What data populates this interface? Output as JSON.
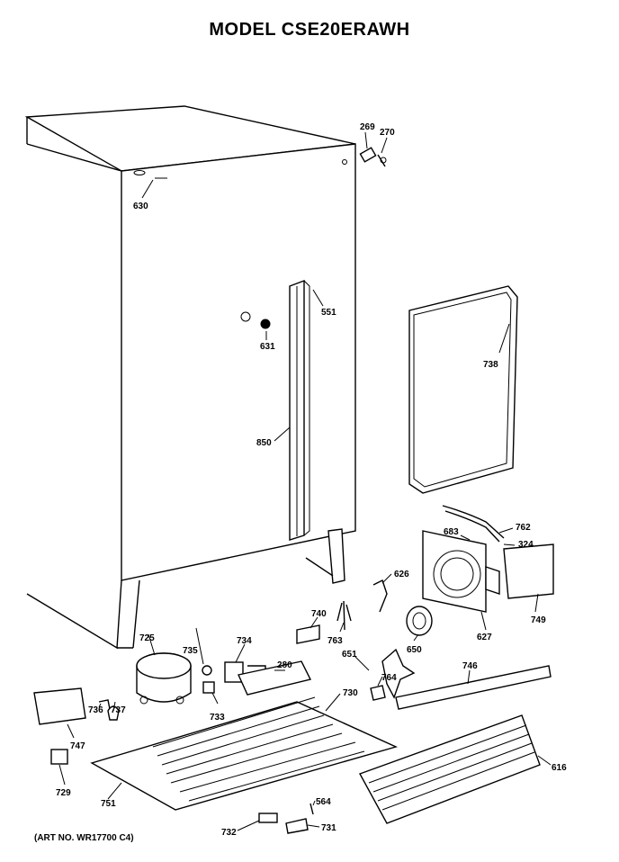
{
  "title": "MODEL CSE20ERAWH",
  "art_number": "(ART NO. WR17700 C4)",
  "labels": {
    "l269": "269",
    "l270": "270",
    "l630": "630",
    "l551": "551",
    "l631": "631",
    "l738": "738",
    "l850": "850",
    "l683": "683",
    "l762": "762",
    "l324": "324",
    "l626": "626",
    "l749": "749",
    "l627": "627",
    "l740": "740",
    "l763": "763",
    "l650": "650",
    "l725": "725",
    "l735": "735",
    "l734": "734",
    "l280": "280",
    "l651": "651",
    "l746": "746",
    "l736": "736",
    "l737": "737",
    "l733": "733",
    "l730": "730",
    "l764": "764",
    "l747": "747",
    "l616": "616",
    "l729": "729",
    "l751": "751",
    "l564": "564",
    "l732": "732",
    "l731": "731"
  }
}
